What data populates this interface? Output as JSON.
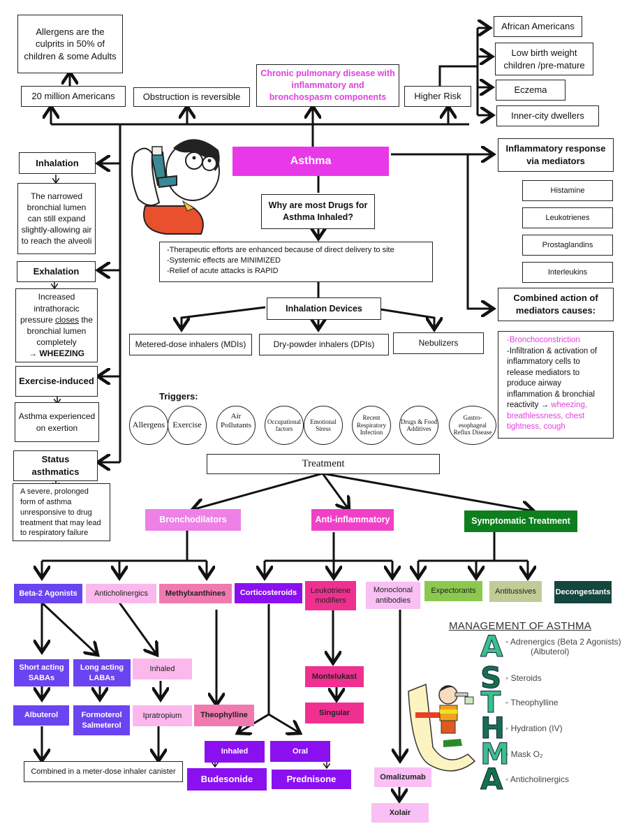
{
  "top": {
    "allergens_note": "Allergens are the culprits in 50% of children & some Adults",
    "americans": "20 million Americans",
    "obstruction": "Obstruction is reversible",
    "chronic": "Chronic pulmonary disease with inflammatory and bronchospasm components",
    "higher_risk": "Higher Risk",
    "risk_groups": [
      "African Americans",
      "Low birth weight children /pre-mature",
      "Eczema",
      "Inner-city dwellers"
    ]
  },
  "center": {
    "title": "Asthma",
    "why_question": "Why are most Drugs for Asthma Inhaled?",
    "reasons": [
      "-Therapeutic efforts are enhanced because of direct delivery to site",
      "-Systemic effects are MINIMIZED",
      "-Relief of acute attacks is RAPID"
    ],
    "devices_title": "Inhalation Devices",
    "devices": [
      "Metered-dose inhalers (MDIs)",
      "Dry-powder inhalers (DPIs)",
      "Nebulizers"
    ]
  },
  "left": {
    "inhalation": "Inhalation",
    "inhalation_desc": "The narrowed bronchial lumen can still expand slightly-allowing air to reach the alveoli",
    "exhalation": "Exhalation",
    "exhalation_desc_pre": "Increased intrathoracic pressure",
    "exhalation_desc_underline": "closes",
    "exhalation_desc_post": "the bronchial lumen completely",
    "exhalation_result": "→ WHEEZING",
    "exercise": "Exercise-induced",
    "exercise_desc": "Asthma experienced on exertion",
    "status": "Status asthmatics",
    "status_desc": "A severe, prolonged form of asthma unresponsive to drug treatment that may lead to respiratory failure"
  },
  "right": {
    "inflammatory": "Inflammatory response via mediators",
    "mediators": [
      "Histamine",
      "Leukotrienes",
      "Prostaglandins",
      "Interleukins"
    ],
    "combined": "Combined action of mediators causes:",
    "effect_1": "-Bronchoconstriction",
    "effect_2": "-Infiltration & activation of inflammatory cells to release mediators to produce airway inflammation & bronchial reactivity →",
    "effect_2_symptoms": "wheezing, breathlessness, chest tightness, cough"
  },
  "triggers": {
    "label": "Triggers:",
    "items": [
      "Allergens",
      "Exercise",
      "Air Pollutants",
      "Occupational factors",
      "Emotional Stress",
      "Recent Respiratory Infection",
      "Drugs & Food Additives",
      "Gastro-esophageal Reflux Disease"
    ]
  },
  "treatment": {
    "title": "Treatment",
    "categories": [
      "Bronchodilators",
      "Anti-inflammatory",
      "Symptomatic Treatment"
    ],
    "bronchodilators": [
      "Beta-2 Agonists",
      "Anticholinergics",
      "Methylxanthines"
    ],
    "anti_inflammatory": [
      "Corticosteroids",
      "Leukotriene modifiers",
      "Monoclonal antibodies"
    ],
    "symptomatic": [
      "Expectorants",
      "Antitussives",
      "Decongestants"
    ],
    "short_acting": "Short acting SABAs",
    "long_acting": "Long acting LABAs",
    "antichol_inhaled": "Inhaled",
    "albuterol": "Albuterol",
    "formoterol": "Formoterol Salmeterol",
    "ipratropium": "Ipratropium",
    "theophylline": "Theophylline",
    "combined": "Combined in a meter-dose inhaler canister",
    "cortico_inhaled": "Inhaled",
    "cortico_oral": "Oral",
    "budesonide": "Budesonide",
    "prednisone": "Prednisone",
    "montelukast": "Montelukast",
    "singular": "Singular",
    "omalizumab": "Omalizumab",
    "xolair": "Xolair"
  },
  "management": {
    "title": "MANAGEMENT OF ASTHMA",
    "rows": [
      {
        "letter": "A",
        "text": "Adrenergics (Beta 2 Agonists)",
        "sub": "(Albuterol)",
        "color": "#3cc08a"
      },
      {
        "letter": "S",
        "text": "Steroids",
        "sub": "",
        "color": "#17704a"
      },
      {
        "letter": "T",
        "text": "Theophylline",
        "sub": "",
        "color": "#3cc08a"
      },
      {
        "letter": "H",
        "text": "Hydration (IV)",
        "sub": "",
        "color": "#17704a"
      },
      {
        "letter": "M",
        "text": "Mask O₂",
        "sub": "",
        "color": "#3cc08a"
      },
      {
        "letter": "A",
        "text": "Anticholinergics",
        "sub": "",
        "color": "#17704a"
      }
    ]
  },
  "colors": {
    "asthma": "#e838e8",
    "bronchodilators": "#ee80e8",
    "anti_inflammatory": "#f040c8",
    "symptomatic": "#0e7e1e",
    "beta2": "#6a44f0",
    "anticholinergic": "#fbb8ec",
    "methylxanthine": "#f07ab0",
    "corticosteroid": "#8a10f0",
    "leukotriene": "#f03090",
    "monoclonal": "#f8c0f4",
    "expectorant": "#8cc850",
    "antitussive": "#c0cc98",
    "decongestant": "#14463e"
  }
}
